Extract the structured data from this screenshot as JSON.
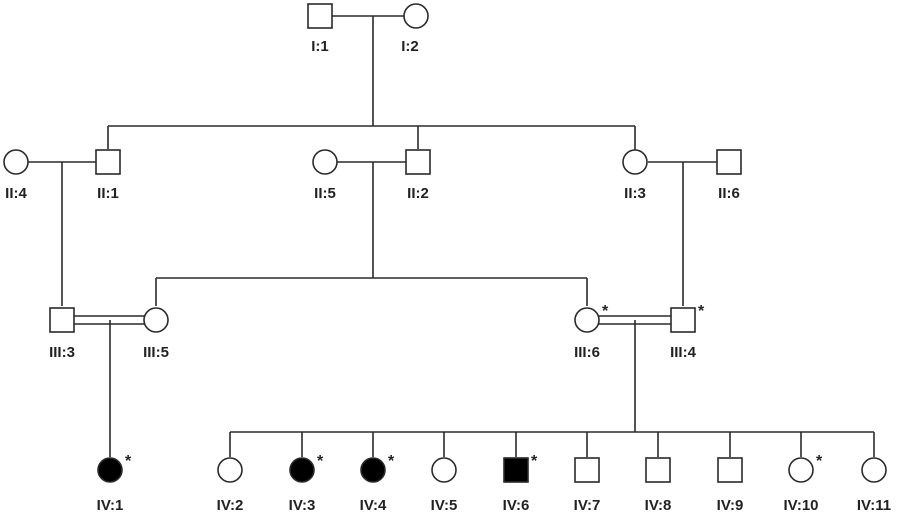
{
  "pedigree": {
    "marker": "*",
    "affected_color": "#000000",
    "generation_I": [
      {
        "id": "I:1",
        "sex": "male",
        "affected": false,
        "marked": false
      },
      {
        "id": "I:2",
        "sex": "female",
        "affected": false,
        "marked": false
      }
    ],
    "generation_II": [
      {
        "id": "II:4",
        "sex": "female",
        "affected": false,
        "marked": false
      },
      {
        "id": "II:1",
        "sex": "male",
        "affected": false,
        "marked": false
      },
      {
        "id": "II:5",
        "sex": "female",
        "affected": false,
        "marked": false
      },
      {
        "id": "II:2",
        "sex": "male",
        "affected": false,
        "marked": false
      },
      {
        "id": "II:3",
        "sex": "female",
        "affected": false,
        "marked": false
      },
      {
        "id": "II:6",
        "sex": "male",
        "affected": false,
        "marked": false
      }
    ],
    "generation_III": [
      {
        "id": "III:3",
        "sex": "male",
        "affected": false,
        "marked": false
      },
      {
        "id": "III:5",
        "sex": "female",
        "affected": false,
        "marked": false
      },
      {
        "id": "III:6",
        "sex": "female",
        "affected": false,
        "marked": true
      },
      {
        "id": "III:4",
        "sex": "male",
        "affected": false,
        "marked": true
      }
    ],
    "generation_IV": [
      {
        "id": "IV:1",
        "sex": "female",
        "affected": true,
        "marked": true
      },
      {
        "id": "IV:2",
        "sex": "female",
        "affected": false,
        "marked": false
      },
      {
        "id": "IV:3",
        "sex": "female",
        "affected": true,
        "marked": true
      },
      {
        "id": "IV:4",
        "sex": "female",
        "affected": true,
        "marked": true
      },
      {
        "id": "IV:5",
        "sex": "female",
        "affected": false,
        "marked": false
      },
      {
        "id": "IV:6",
        "sex": "male",
        "affected": true,
        "marked": true
      },
      {
        "id": "IV:7",
        "sex": "male",
        "affected": false,
        "marked": false
      },
      {
        "id": "IV:8",
        "sex": "male",
        "affected": false,
        "marked": false
      },
      {
        "id": "IV:9",
        "sex": "male",
        "affected": false,
        "marked": false
      },
      {
        "id": "IV:10",
        "sex": "female",
        "affected": false,
        "marked": true
      },
      {
        "id": "IV:11",
        "sex": "female",
        "affected": false,
        "marked": false
      }
    ]
  }
}
